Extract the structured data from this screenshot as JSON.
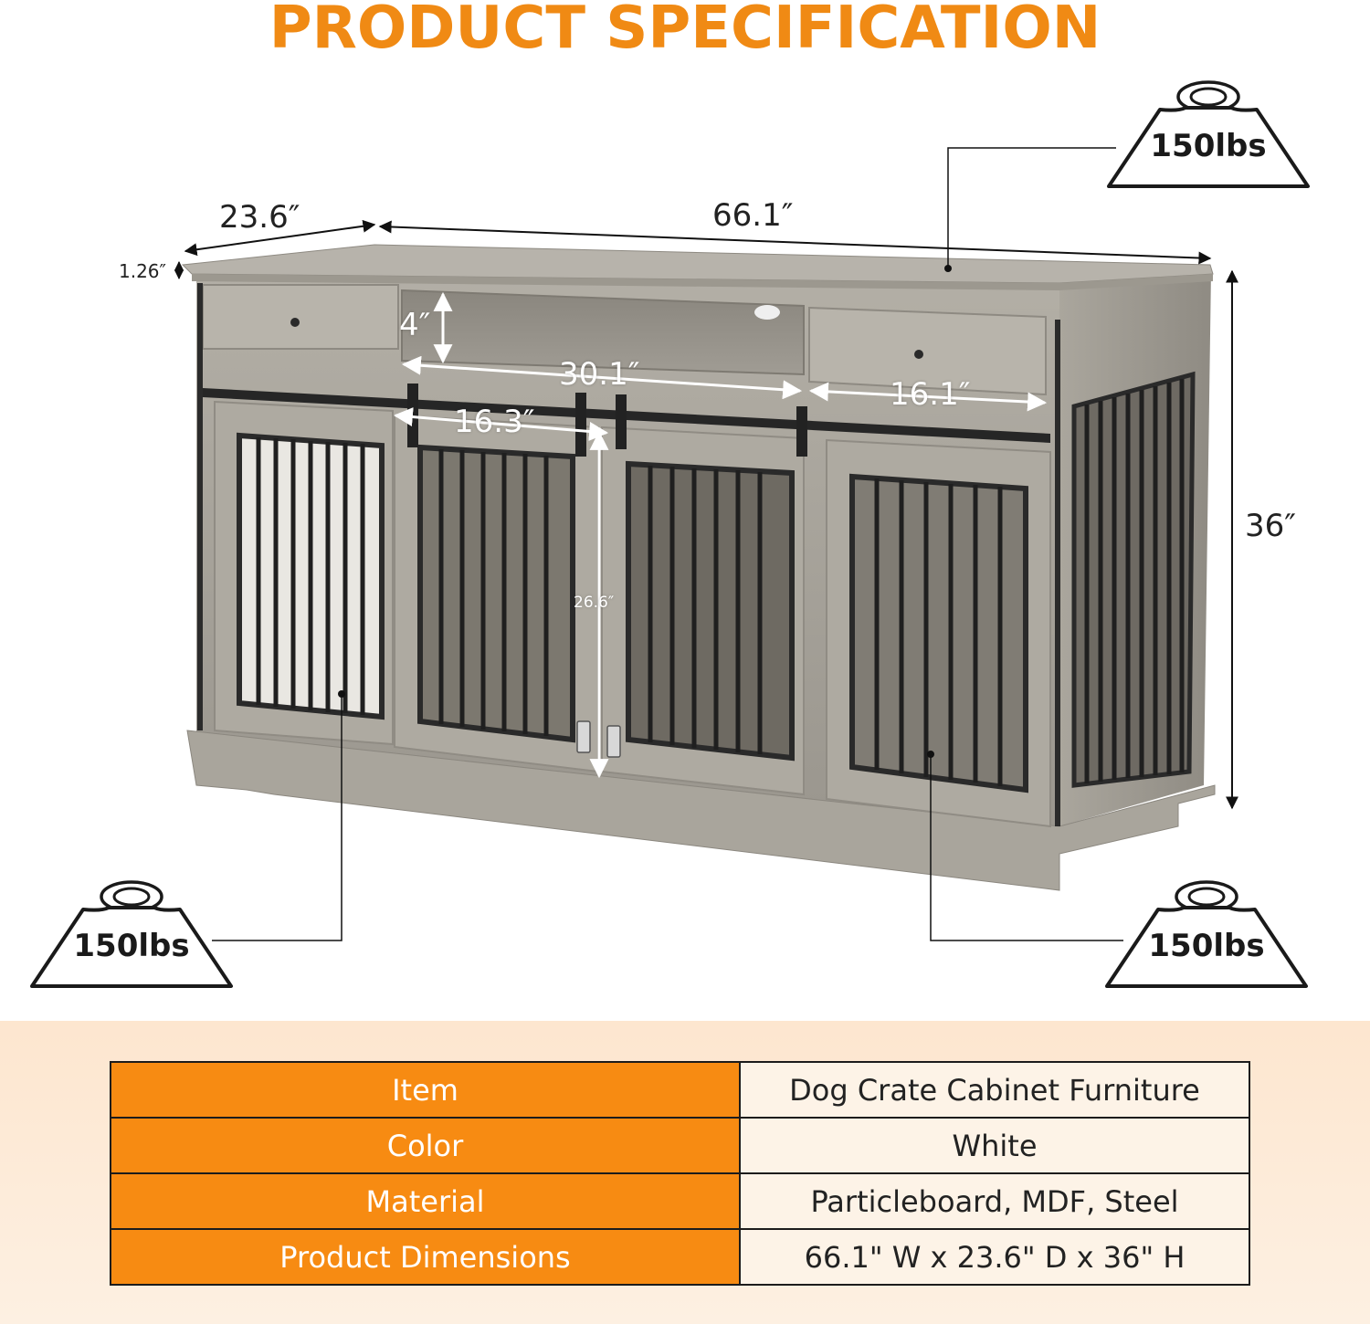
{
  "title": "PRODUCT SPECIFICATION",
  "dimensions": {
    "depth": "23.6″",
    "width": "66.1″",
    "top_thickness": "1.26″",
    "shelf_height": "4″",
    "shelf_width": "30.1″",
    "drawer_width": "16.1″",
    "door_width": "16.3″",
    "door_height": "26.6″",
    "height": "36″"
  },
  "weight_capacity": {
    "top": "150lbs",
    "left": "150lbs",
    "right": "150lbs"
  },
  "spec_table": [
    {
      "label": "Item",
      "value": "Dog Crate Cabinet Furniture"
    },
    {
      "label": "Color",
      "value": "White"
    },
    {
      "label": "Material",
      "value": "Particleboard, MDF, Steel"
    },
    {
      "label": "Product Dimensions",
      "value": "66.1\" W x 23.6\" D x 36\" H"
    }
  ],
  "colors": {
    "accent_orange": "#f08a14",
    "table_label_bg": "#f78b12",
    "cabinet_gray": "#a7a49c"
  },
  "icons": [
    "weight-icon"
  ]
}
